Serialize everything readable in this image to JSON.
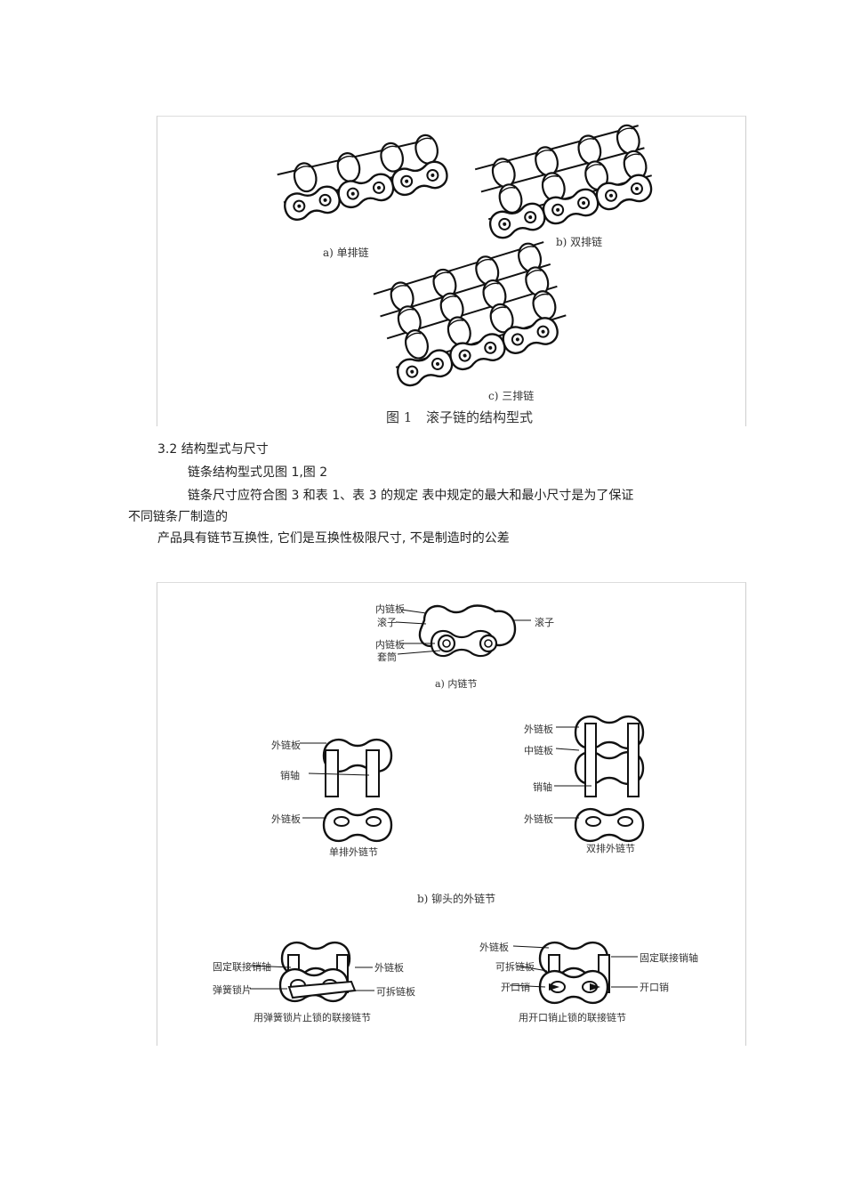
{
  "figure1": {
    "sub_a": "a) 单排链",
    "sub_b": "b) 双排链",
    "sub_c": "c) 三排链",
    "caption_num": "图 1",
    "caption_text": "滚子链的结构型式"
  },
  "section": {
    "heading": "3.2  结构型式与尺寸",
    "line1": "链条结构型式见图    1,图  2",
    "line2": "链条尺寸应符合图     3 和表  1、表  3 的规定    表中规定的最大和最小尺寸是为了保证",
    "line3": "不同链条厂制造的",
    "line4": "产品具有链节互换性,  它们是互换性极限尺寸,  不是制造时的公差"
  },
  "figure2": {
    "a_labels": {
      "inner_plate_top": "内链板",
      "roller_left": "滚子",
      "inner_plate_mid": "内链板",
      "bushing": "套筒",
      "roller_right": "滚子"
    },
    "sub_a": "a) 内链节",
    "single": {
      "outer_plate_top": "外链板",
      "pin": "销轴",
      "outer_plate_bottom": "外链板",
      "caption": "单排外链节"
    },
    "double": {
      "outer_plate_top": "外链板",
      "middle_plate": "中链板",
      "pin": "销轴",
      "outer_plate_bottom": "外链板",
      "caption": "双排外链节"
    },
    "sub_b": "b) 铆头的外链节",
    "spring": {
      "fixed_pin": "固定联接销轴",
      "outer_plate": "外链板",
      "spring_clip": "弹簧锁片",
      "removable_plate": "可拆链板",
      "caption": "用弹簧锁片止锁的联接链节"
    },
    "cotter": {
      "outer_plate": "外链板",
      "fixed_pin": "固定联接销轴",
      "removable_plate": "可拆链板",
      "cotter_left": "开口销",
      "cotter_right": "开口销",
      "caption": "用开口销止锁的联接链节"
    }
  }
}
